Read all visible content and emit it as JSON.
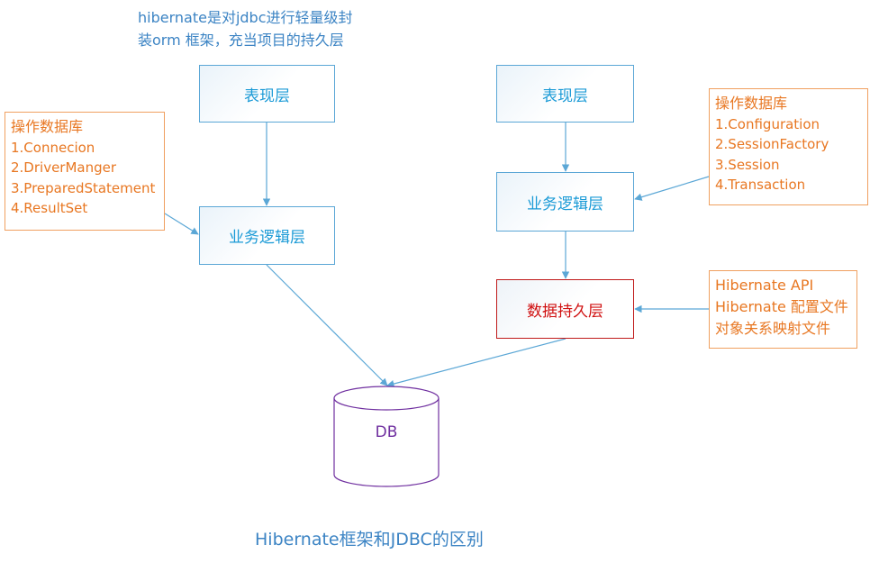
{
  "headline": {
    "line1": "hibernate是对jdbc进行轻量级封",
    "line2": "装orm 框架，充当项目的持久层"
  },
  "left": {
    "presentation": "表现层",
    "business": "业务逻辑层",
    "note": {
      "title": "操作数据库",
      "items": [
        "1.Connecion",
        "2.DriverManger",
        "3.PreparedStatement",
        "4.ResultSet"
      ]
    }
  },
  "right": {
    "presentation": "表现层",
    "business": "业务逻辑层",
    "persistence": "数据持久层",
    "note_top": {
      "title": "操作数据库",
      "items": [
        "1.Configuration",
        "2.SessionFactory",
        "3.Session",
        "4.Transaction"
      ]
    },
    "note_bottom": {
      "items": [
        "Hibernate API",
        "Hibernate 配置文件",
        "对象关系映射文件"
      ]
    }
  },
  "db": "DB",
  "caption": "Hibernate框架和JDBC的区别",
  "colors": {
    "layer_border": "#5ba7d6",
    "layer_text": "#1a9ad6",
    "persist_border": "#c01a1a",
    "persist_text": "#d01010",
    "note_border": "#f0a060",
    "note_text": "#e87722",
    "db_border": "#7030a0",
    "heading_text": "#3c84c4",
    "arrow": "#5ba7d6"
  }
}
